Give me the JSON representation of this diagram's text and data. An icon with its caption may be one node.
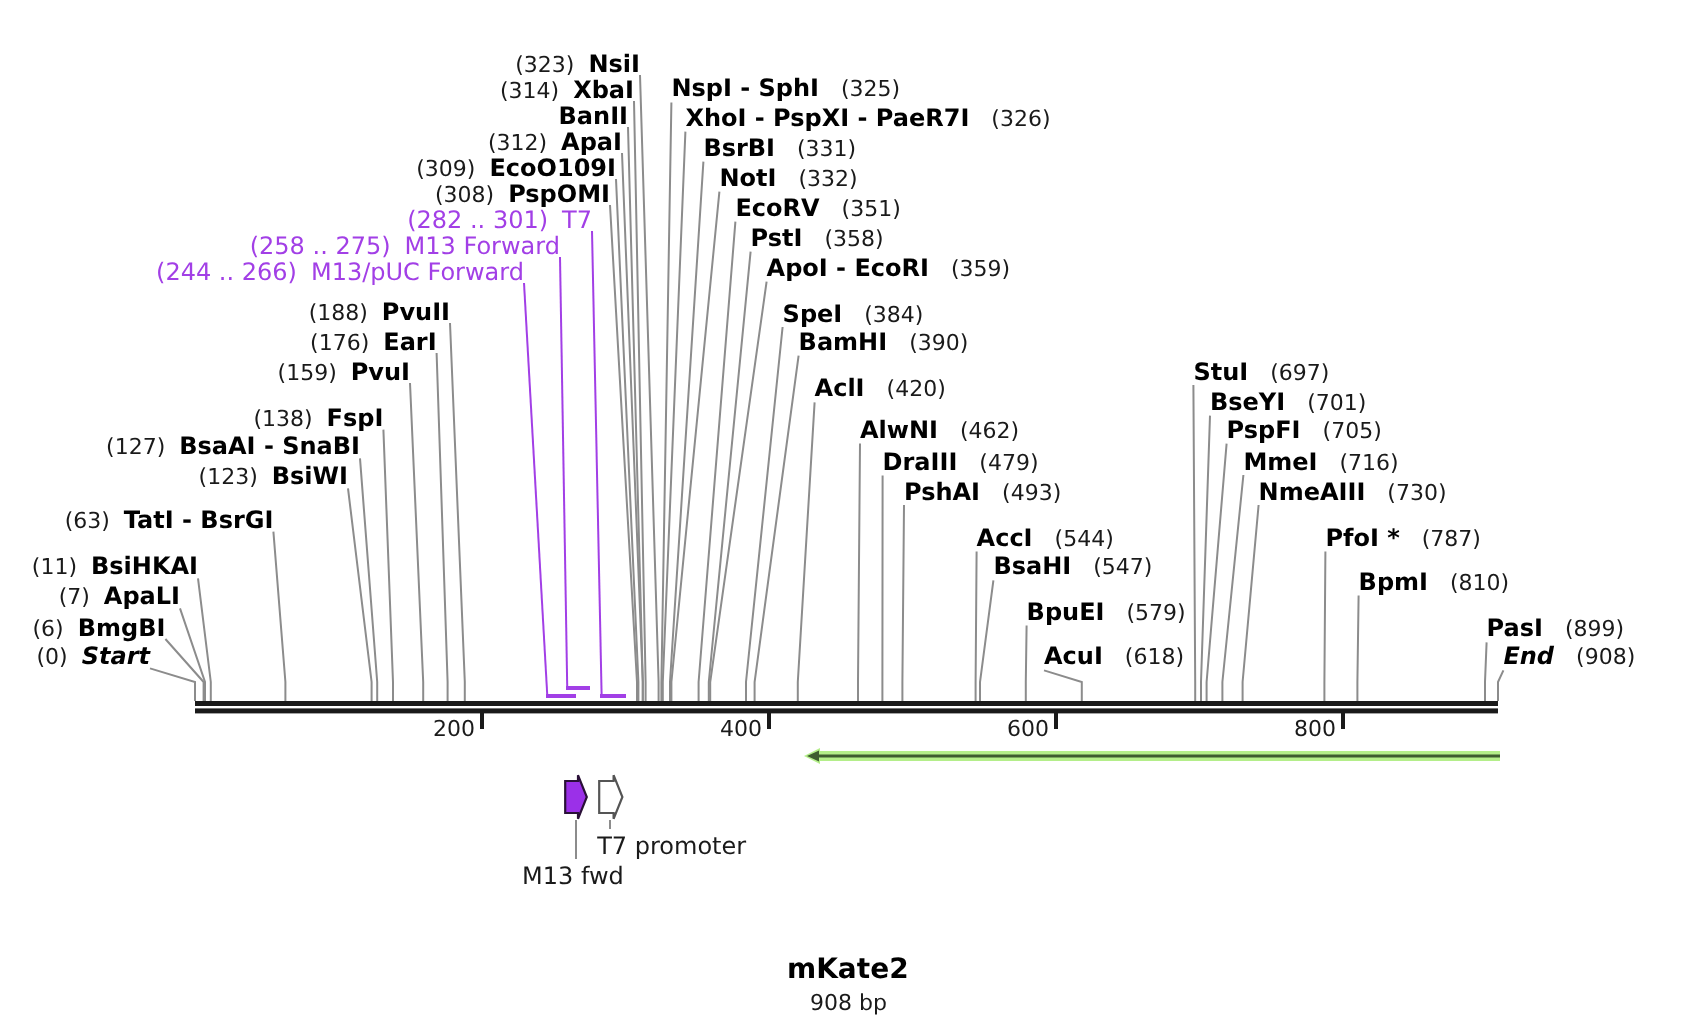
{
  "diagram": {
    "title": "mKate2",
    "caption": "908 bp",
    "nodes": [
      {
        "text": [
          "(0)",
          "Start"
        ]
      },
      {
        "text": [
          "(6)",
          "BmgBI"
        ]
      },
      {
        "text": [
          "(7)",
          "ApaLI"
        ]
      },
      {
        "text": [
          "(11)",
          "BsiHKAI"
        ]
      },
      {
        "text": [
          "(63)",
          "TatI - BsrGI"
        ]
      },
      {
        "text": [
          "(123)",
          "BsiWI"
        ]
      },
      {
        "text": [
          "(127)",
          "BsaAI - SnaBI"
        ]
      },
      {
        "text": [
          "(138)",
          "FspI"
        ]
      },
      {
        "text": [
          "(159)",
          "PvuI"
        ]
      },
      {
        "text": [
          "(176)",
          "EarI"
        ]
      },
      {
        "text": [
          "(188)",
          "PvuII"
        ]
      },
      {
        "text": [
          "(244 .. 266)",
          "M13/pUC Forward"
        ]
      },
      {
        "text": [],
        "shape": "bar"
      },
      {
        "text": [
          "(258 .. 275)",
          "M13 Forward"
        ]
      },
      {
        "text": [],
        "shape": "bar"
      },
      {
        "text": [
          "(282 .. 301)",
          "T7"
        ]
      },
      {
        "text": [],
        "shape": "bar"
      },
      {
        "text": [
          "(308)",
          "PspOMI"
        ]
      },
      {
        "text": [
          "(309)",
          "EcoO109I"
        ]
      },
      {
        "text": [
          "(312)",
          "ApaI"
        ]
      },
      {
        "text": [
          "BanII"
        ]
      },
      {
        "text": [
          "(314)",
          "XbaI"
        ]
      },
      {
        "text": [
          "(323)",
          "NsiI"
        ]
      },
      {
        "text": [
          "NspI - SphI",
          "(325)"
        ]
      },
      {
        "text": [
          "XhoI - PspXI - PaeR7I",
          "(326)"
        ]
      },
      {
        "text": [
          "BsrBI",
          "(331)"
        ]
      },
      {
        "text": [
          "NotI",
          "(332)"
        ]
      },
      {
        "text": [
          "EcoRV",
          "(351)"
        ]
      },
      {
        "text": [
          "PstI",
          "(358)"
        ]
      },
      {
        "text": [
          "ApoI - EcoRI",
          "(359)"
        ]
      },
      {
        "text": [
          "SpeI",
          "(384)"
        ]
      },
      {
        "text": [
          "BamHI",
          "(390)"
        ]
      },
      {
        "text": [
          "AclI",
          "(420)"
        ]
      },
      {
        "text": [
          "AlwNI",
          "(462)"
        ]
      },
      {
        "text": [
          "DraIII",
          "(479)"
        ]
      },
      {
        "text": [
          "PshAI",
          "(493)"
        ]
      },
      {
        "text": [
          "AccI",
          "(544)"
        ]
      },
      {
        "text": [
          "BsaHI",
          "(547)"
        ]
      },
      {
        "text": [
          "BpuEI",
          "(579)"
        ]
      },
      {
        "text": [
          "AcuI",
          "(618)"
        ]
      },
      {
        "text": [
          "StuI",
          "(697)"
        ]
      },
      {
        "text": [
          "BseYI",
          "(701)"
        ]
      },
      {
        "text": [
          "PspFI",
          "(705)"
        ]
      },
      {
        "text": [
          "MmeI",
          "(716)"
        ]
      },
      {
        "text": [
          "NmeAIII",
          "(730)"
        ]
      },
      {
        "text": [
          "PfoI *",
          "(787)"
        ]
      },
      {
        "text": [
          "BpmI",
          "(810)"
        ]
      },
      {
        "text": [
          "PasI",
          "(899)"
        ]
      },
      {
        "text": [
          "End",
          "(908)"
        ]
      },
      {
        "text": [],
        "shape": "line"
      },
      {
        "text": [],
        "shape": "pentagon"
      },
      {
        "text": [],
        "shape": "pentagon"
      },
      {
        "text": [],
        "shape": "arrow"
      },
      {
        "text": [
          "M13 fwd"
        ]
      },
      {
        "text": [
          "T7 promoter"
        ]
      }
    ],
    "edges": [
      {
        "from": 0,
        "to": 49,
        "arrow": "none"
      },
      {
        "from": 1,
        "to": 49,
        "arrow": "none"
      },
      {
        "from": 2,
        "to": 49,
        "arrow": "none"
      },
      {
        "from": 3,
        "to": 49,
        "arrow": "none"
      },
      {
        "from": 4,
        "to": 49,
        "arrow": "none"
      },
      {
        "from": 5,
        "to": 49,
        "arrow": "none"
      },
      {
        "from": 6,
        "to": 49,
        "arrow": "none"
      },
      {
        "from": 7,
        "to": 49,
        "arrow": "none"
      },
      {
        "from": 8,
        "to": 49,
        "arrow": "none"
      },
      {
        "from": 9,
        "to": 49,
        "arrow": "none"
      },
      {
        "from": 10,
        "to": 49,
        "arrow": "none"
      },
      {
        "from": 11,
        "to": 12,
        "arrow": "none",
        "color": "#a23fe6"
      },
      {
        "from": 13,
        "to": 14,
        "arrow": "none",
        "color": "#a23fe6"
      },
      {
        "from": 15,
        "to": 16,
        "arrow": "none",
        "color": "#a23fe6"
      },
      {
        "from": 17,
        "to": 49,
        "arrow": "none"
      },
      {
        "from": 18,
        "to": 49,
        "arrow": "none"
      },
      {
        "from": 19,
        "to": 49,
        "arrow": "none"
      },
      {
        "from": 20,
        "to": 49,
        "arrow": "none"
      },
      {
        "from": 21,
        "to": 49,
        "arrow": "none"
      },
      {
        "from": 22,
        "to": 49,
        "arrow": "none"
      },
      {
        "from": 23,
        "to": 49,
        "arrow": "none"
      },
      {
        "from": 24,
        "to": 49,
        "arrow": "none"
      },
      {
        "from": 25,
        "to": 49,
        "arrow": "none"
      },
      {
        "from": 26,
        "to": 49,
        "arrow": "none"
      },
      {
        "from": 27,
        "to": 49,
        "arrow": "none"
      },
      {
        "from": 28,
        "to": 49,
        "arrow": "none"
      },
      {
        "from": 29,
        "to": 49,
        "arrow": "none"
      },
      {
        "from": 30,
        "to": 49,
        "arrow": "none"
      },
      {
        "from": 31,
        "to": 49,
        "arrow": "none"
      },
      {
        "from": 32,
        "to": 49,
        "arrow": "none"
      },
      {
        "from": 33,
        "to": 49,
        "arrow": "none"
      },
      {
        "from": 34,
        "to": 49,
        "arrow": "none"
      },
      {
        "from": 35,
        "to": 49,
        "arrow": "none"
      },
      {
        "from": 36,
        "to": 49,
        "arrow": "none"
      },
      {
        "from": 37,
        "to": 49,
        "arrow": "none"
      },
      {
        "from": 38,
        "to": 49,
        "arrow": "none"
      },
      {
        "from": 39,
        "to": 49,
        "arrow": "none"
      },
      {
        "from": 40,
        "to": 49,
        "arrow": "none"
      },
      {
        "from": 41,
        "to": 49,
        "arrow": "none"
      },
      {
        "from": 42,
        "to": 49,
        "arrow": "none"
      },
      {
        "from": 43,
        "to": 49,
        "arrow": "none"
      },
      {
        "from": 44,
        "to": 49,
        "arrow": "none"
      },
      {
        "from": 45,
        "to": 49,
        "arrow": "none"
      },
      {
        "from": 46,
        "to": 49,
        "arrow": "none"
      },
      {
        "from": 47,
        "to": 49,
        "arrow": "none"
      },
      {
        "from": 48,
        "to": 49,
        "arrow": "none"
      },
      {
        "from": 53,
        "to": 50,
        "arrow": "none"
      },
      {
        "from": 54,
        "to": 51,
        "arrow": "none"
      }
    ],
    "labels": [
      "200",
      "400",
      "600",
      "800"
    ]
  }
}
